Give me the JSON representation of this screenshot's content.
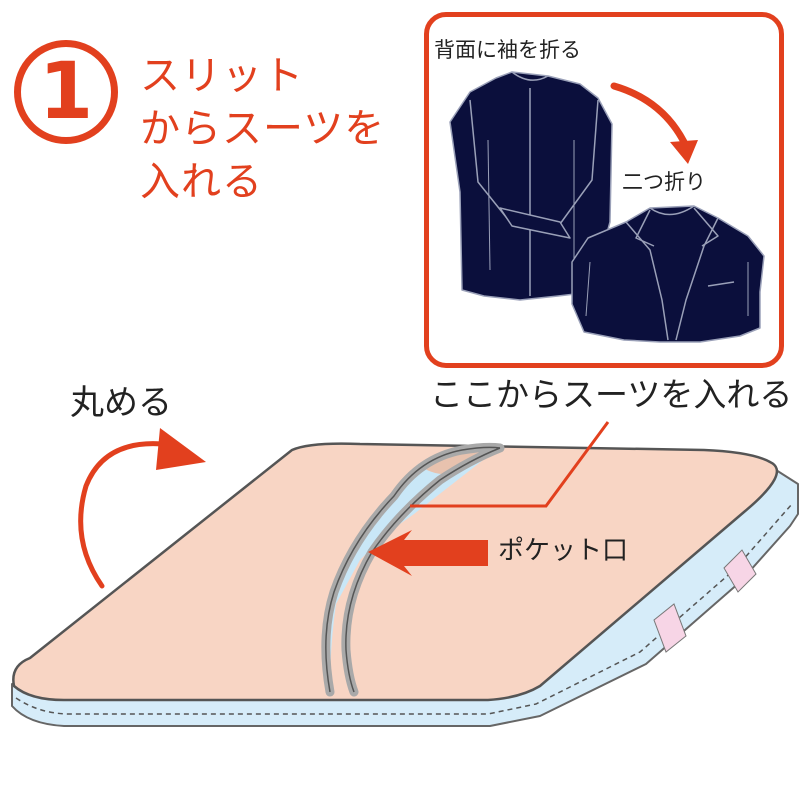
{
  "step": {
    "number": "1",
    "title_lines": [
      "スリット",
      "からスーツを",
      "入れる"
    ]
  },
  "inset": {
    "fold_sleeves_label": "背面に袖を折る",
    "fold_half_label": "二つ折り"
  },
  "labels": {
    "insert_here": "ここからスーツを入れる",
    "roll": "丸める",
    "pocket_opening": "ポケット口"
  },
  "colors": {
    "accent": "#e2401e",
    "jacket": "#0b0f3c",
    "bag_top": "#f8d5c4",
    "bag_side": "#d6ecf9",
    "slit_rim": "#b8b8b8",
    "stripe": "#f7d5e6"
  }
}
